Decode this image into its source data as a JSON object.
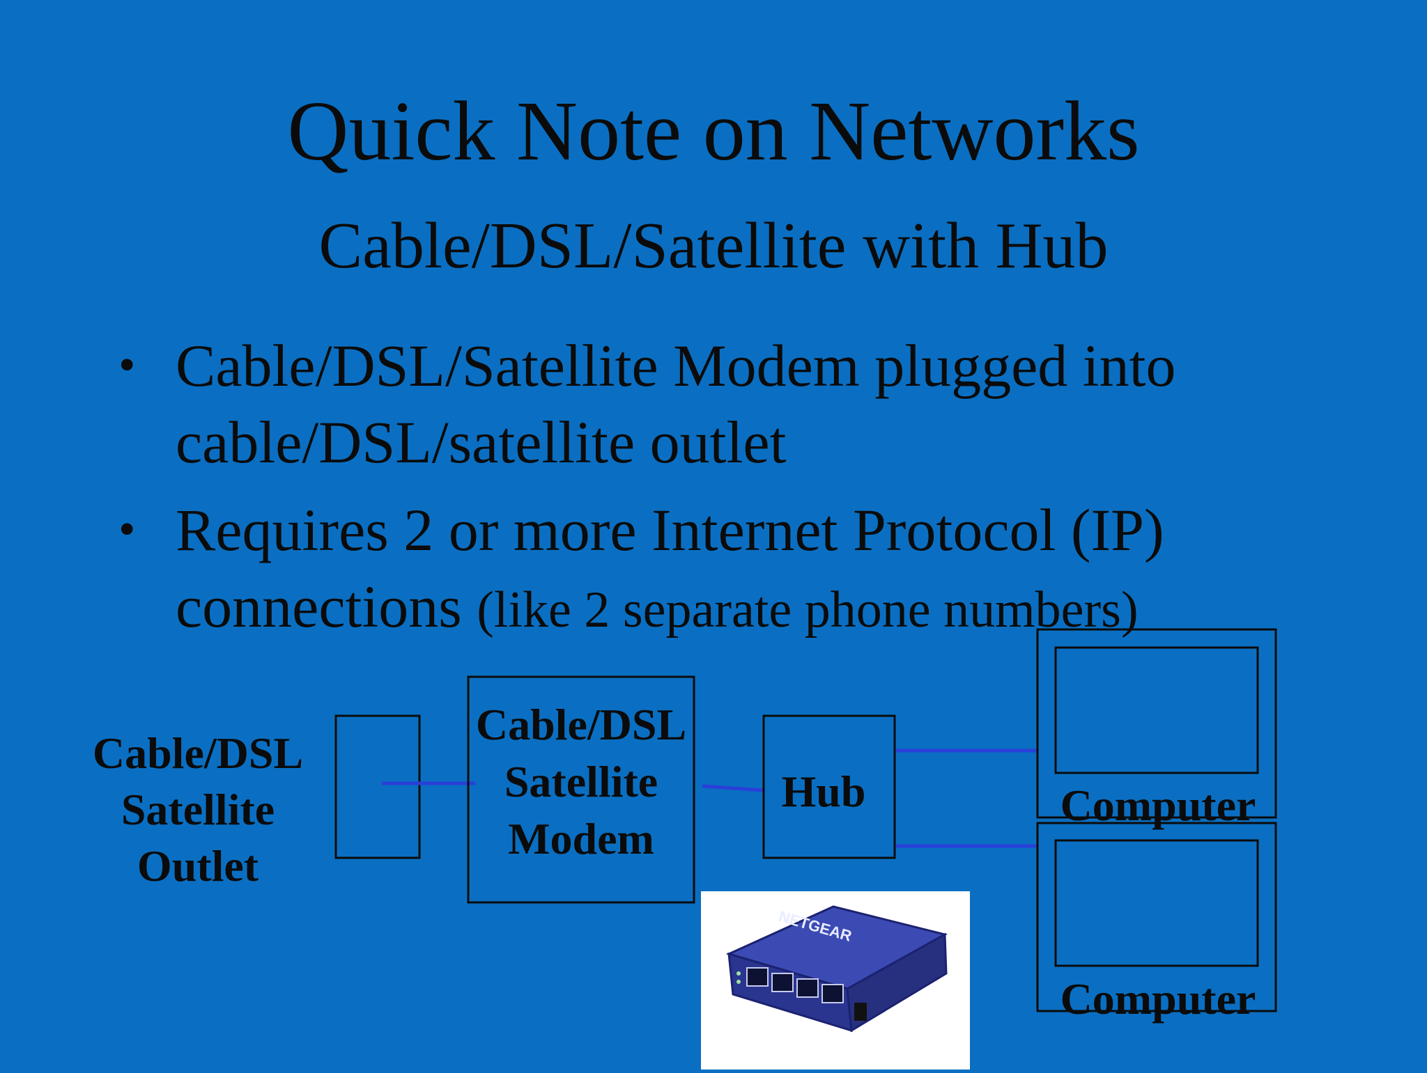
{
  "slide": {
    "title": "Quick Note on Networks",
    "subtitle": "Cable/DSL/Satellite with Hub",
    "bullets": [
      {
        "text": "Cable/DSL/Satellite Modem plugged into cable/DSL/satellite outlet",
        "note": ""
      },
      {
        "text": "Requires 2 or more Internet Protocol (IP) connections",
        "note": "(like 2 separate phone numbers)"
      }
    ],
    "bullet_symbol": "•"
  },
  "diagram": {
    "outlet_label": [
      "Cable/DSL",
      "Satellite",
      "Outlet"
    ],
    "modem_label": [
      "Cable/DSL",
      "Satellite",
      "Modem"
    ],
    "hub_label": "Hub",
    "computer_labels": [
      "Computer",
      "Computer"
    ],
    "hub_photo_brand": "NETGEAR"
  },
  "colors": {
    "background": "#0a6fc2",
    "text": "#0b0b0b",
    "connector": "#2a3fd8"
  }
}
